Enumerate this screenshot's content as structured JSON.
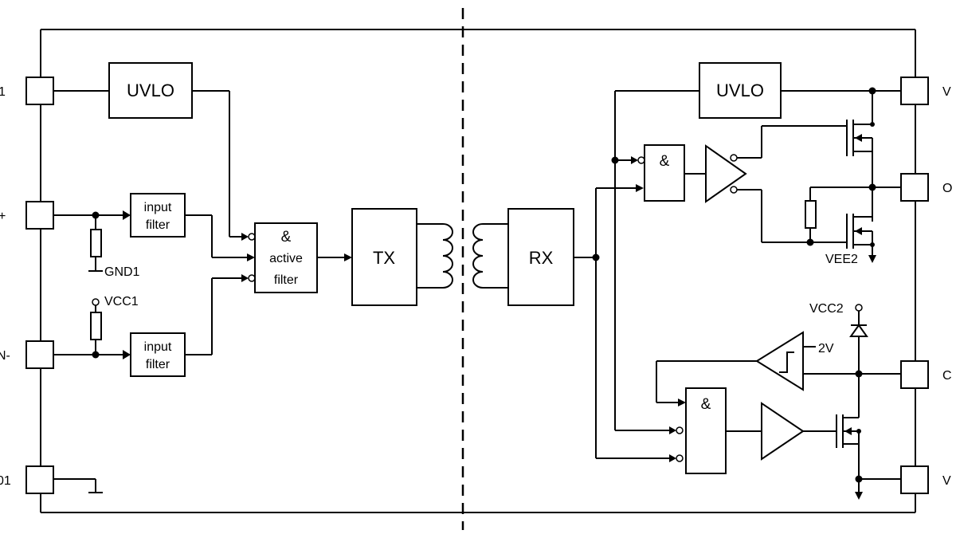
{
  "pins": {
    "left": [
      "1",
      "+",
      "N-",
      "01"
    ],
    "right": [
      "V",
      "O",
      "C",
      "V"
    ]
  },
  "blocks": {
    "uvlo_left": "UVLO",
    "uvlo_right": "UVLO",
    "input_filter_top": [
      "input",
      "filter"
    ],
    "input_filter_bottom": [
      "input",
      "filter"
    ],
    "active_filter": [
      "&",
      "active",
      "filter"
    ],
    "tx": "TX",
    "rx": "RX",
    "and_gate_top": "&",
    "and_gate_bottom": "&"
  },
  "labels": {
    "gnd1": "GND1",
    "vcc1": "VCC1",
    "vee2": "VEE2",
    "vcc2": "VCC2",
    "threshold": "2V"
  }
}
